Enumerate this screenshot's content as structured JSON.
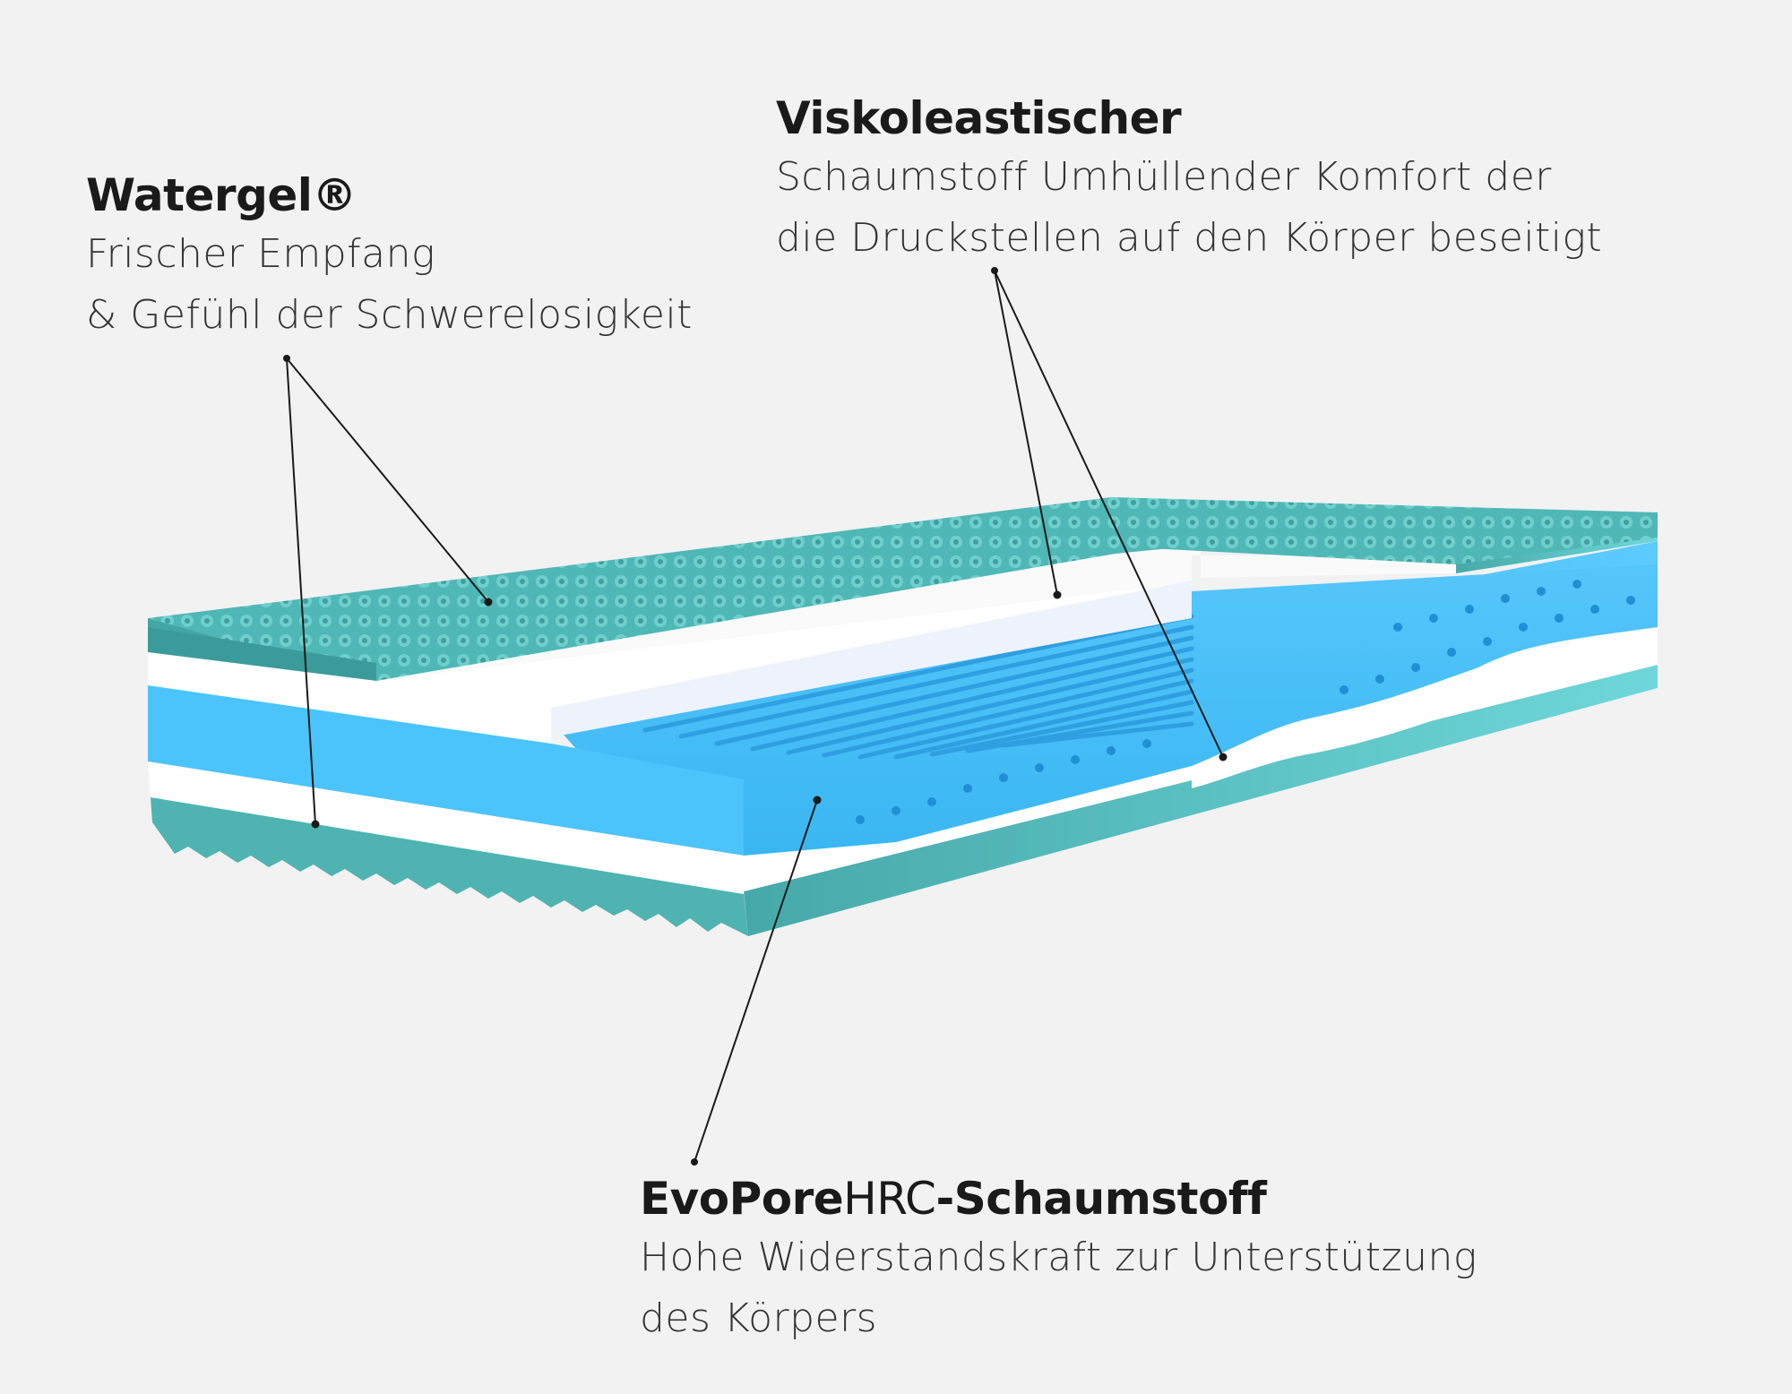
{
  "labels": {
    "watergel": {
      "title": "Watergel®",
      "desc_line1": "Frischer Empfang",
      "desc_line2": "& Gefühl der Schwerelosigkeit"
    },
    "visco": {
      "title": "Viskoleastischer",
      "desc_line1": "Schaumstoff Umhüllender Komfort der",
      "desc_line2": "die Druckstellen auf den Körper beseitigt"
    },
    "evopore": {
      "title_bold1": "EvoPore",
      "title_light": "HRC",
      "title_bold2": "-Schaumstoff",
      "desc_line1": "Hohe Widerstandskraft zur Unterstützung",
      "desc_line2": "des Körpers"
    }
  },
  "colors": {
    "background": "#f2f2f2",
    "teal_foam": "#5bbfbe",
    "teal_dark": "#3e9fa0",
    "blue_core": "#4fc3f7",
    "white_layer": "#ffffff",
    "leader_line": "#1a1a1a"
  }
}
